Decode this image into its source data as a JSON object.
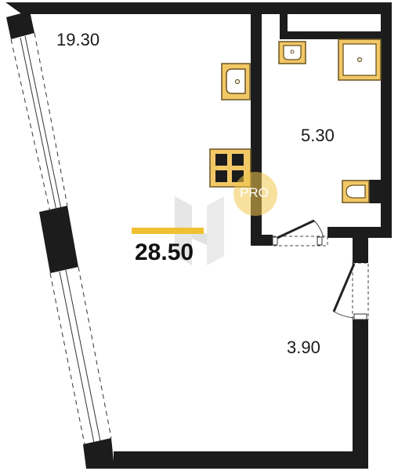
{
  "rooms": {
    "main_area": "19.30",
    "bathroom_area": "5.30",
    "hall_area": "3.90"
  },
  "total_area": "28.50",
  "watermark": {
    "badge_text": "PRO"
  },
  "colors": {
    "wall": "#1c1c1c",
    "fixture_fill": "#f2c766",
    "fixture_stroke": "#6b5420",
    "accent_line": "#f0c030",
    "badge": "#f3c74e",
    "watermark_logo": "#cfcfcf"
  }
}
